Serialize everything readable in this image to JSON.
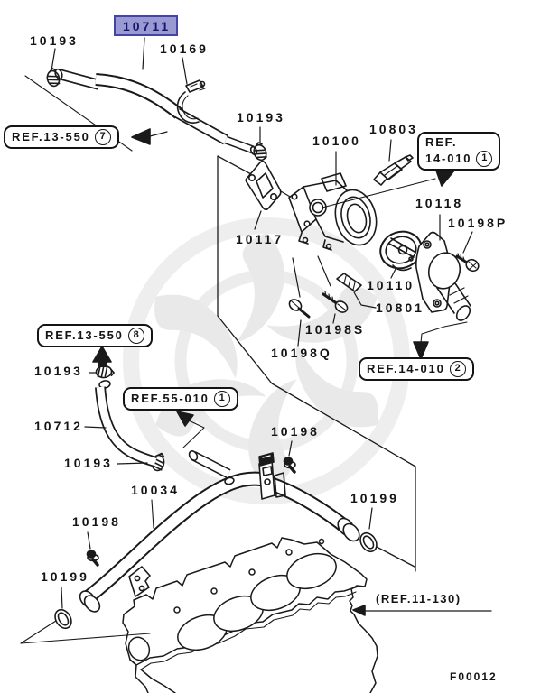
{
  "page": {
    "background": "#ffffff"
  },
  "diagram": {
    "figure_code": "F00012",
    "highlighted_part": "10711",
    "highlight_colors": {
      "bg": "#9a9ad2",
      "border": "#4343a8",
      "text": "#15156e"
    },
    "labels": {
      "p10193_top": "10193",
      "p10711": "10711",
      "p10169": "10169",
      "p10193_mid": "10193",
      "p10100": "10100",
      "p10803": "10803",
      "p10117": "10117",
      "p10118": "10118",
      "p10198P": "10198P",
      "p10110": "10110",
      "p10801": "10801",
      "p10198S": "10198S",
      "p10198Q": "10198Q",
      "p10193_left": "10193",
      "p10712": "10712",
      "p10193_lower": "10193",
      "p10198_center": "10198",
      "p10034": "10034",
      "p10199_right": "10199",
      "p10198_left": "10198",
      "p10199_left": "10199"
    },
    "refs": {
      "r13_550_7": {
        "label": "REF.13-550",
        "num": "7"
      },
      "r14_010_1": {
        "line1": "REF.",
        "line2": "14-010",
        "num": "1"
      },
      "r14_010_2": {
        "label": "REF.14-010",
        "num": "2"
      },
      "r13_550_8": {
        "label": "REF.13-550",
        "num": "8"
      },
      "r55_010_1": {
        "label": "REF.55-010",
        "num": "1"
      },
      "r11_130": "(REF.11-130)"
    }
  }
}
